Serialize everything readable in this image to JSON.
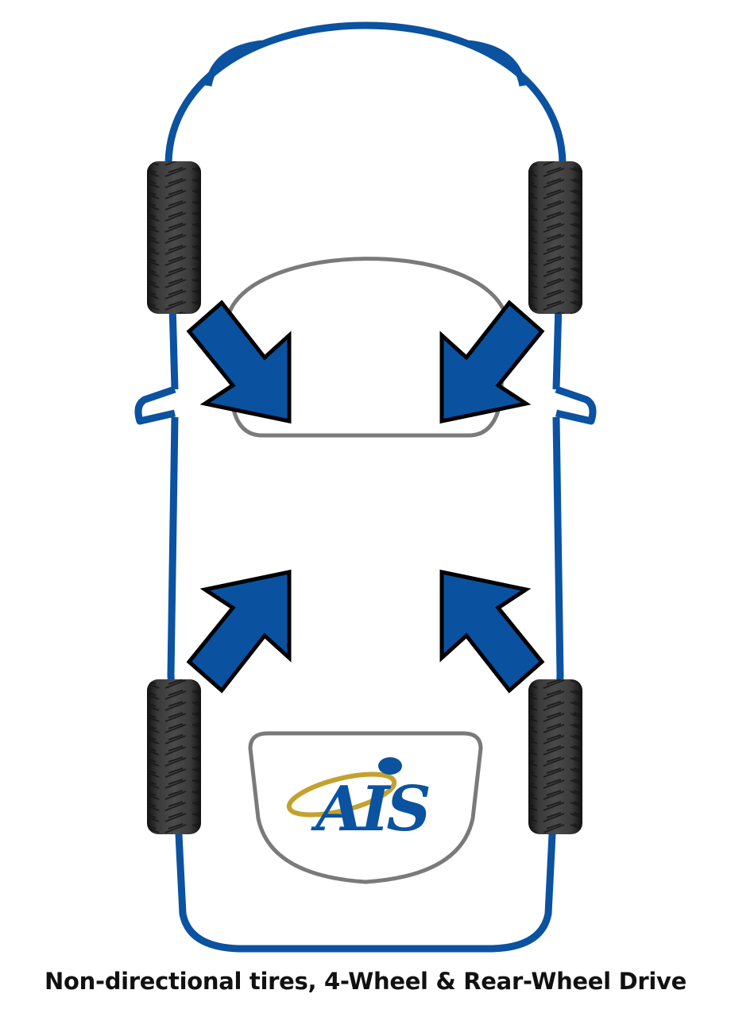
{
  "caption": "Non-directional tires, 4-Wheel & Rear-Wheel Drive",
  "logo": {
    "text": "AIS"
  },
  "colors": {
    "body": "#0b52a0",
    "arrow": "#0a52a0",
    "glass": "#7a7a7a",
    "gold": "#c4a12e"
  },
  "tires": [
    "front-left",
    "front-right",
    "rear-left",
    "rear-right"
  ],
  "arrows": [
    "front-left-inward",
    "front-right-inward",
    "rear-left-inward",
    "rear-right-inward"
  ]
}
